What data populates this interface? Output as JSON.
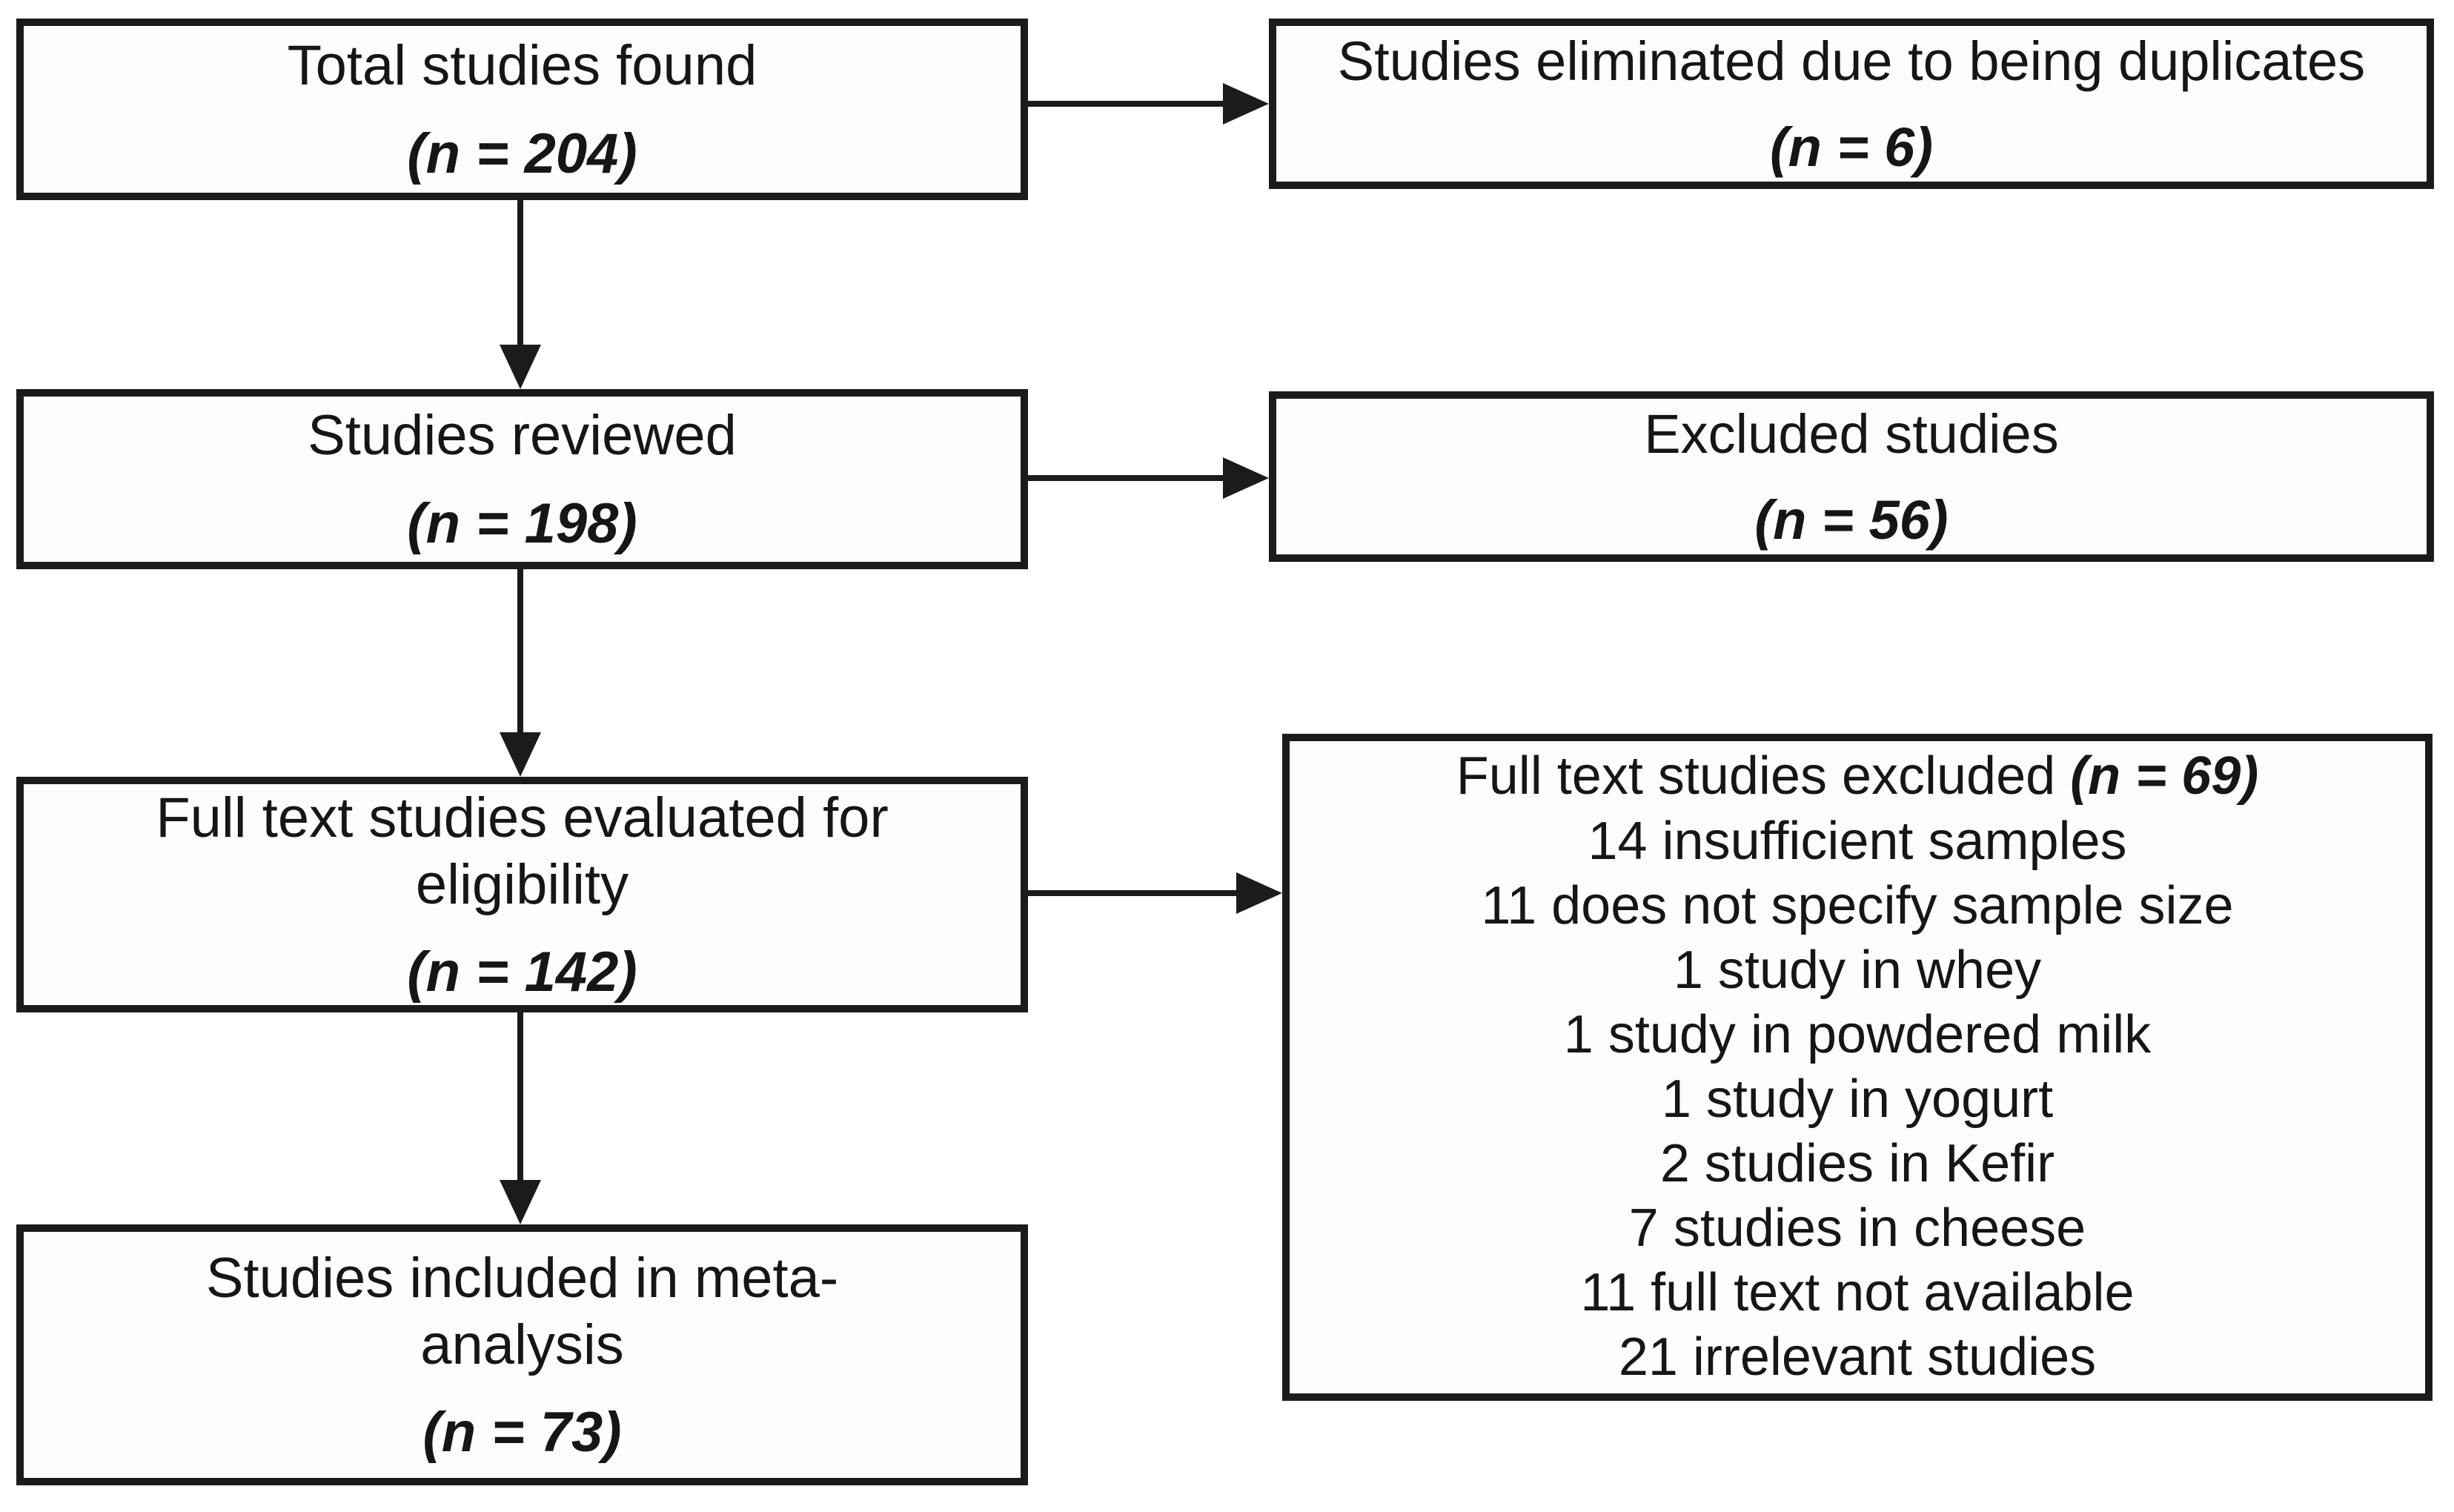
{
  "flowchart": {
    "left_boxes": [
      {
        "title": "Total studies found",
        "n": "(n = 204)"
      },
      {
        "title": "Studies reviewed",
        "n": "(n = 198)"
      },
      {
        "title": "Full text studies evaluated for eligibility",
        "n": "(n = 142)"
      },
      {
        "title": "Studies included in meta-analysis",
        "n": "(n = 73)"
      }
    ],
    "right_boxes": [
      {
        "title": "Studies eliminated due to being duplicates",
        "n": "(n = 6)"
      },
      {
        "title": "Excluded studies",
        "n": "(n = 56)"
      }
    ],
    "exclusion_box": {
      "title": "Full text studies excluded ",
      "n": "(n = 69)",
      "items": [
        "14 insufficient samples",
        "11 does not specify sample size",
        "1 study in whey",
        "1 study in powdered milk",
        "1 study in yogurt",
        "2 studies in Kefir",
        "7 studies in cheese",
        "11 full text not available",
        "21 irrelevant studies"
      ]
    },
    "colors": {
      "border": "#1b1b1b",
      "text": "#161616",
      "background": "#ffffff"
    }
  }
}
